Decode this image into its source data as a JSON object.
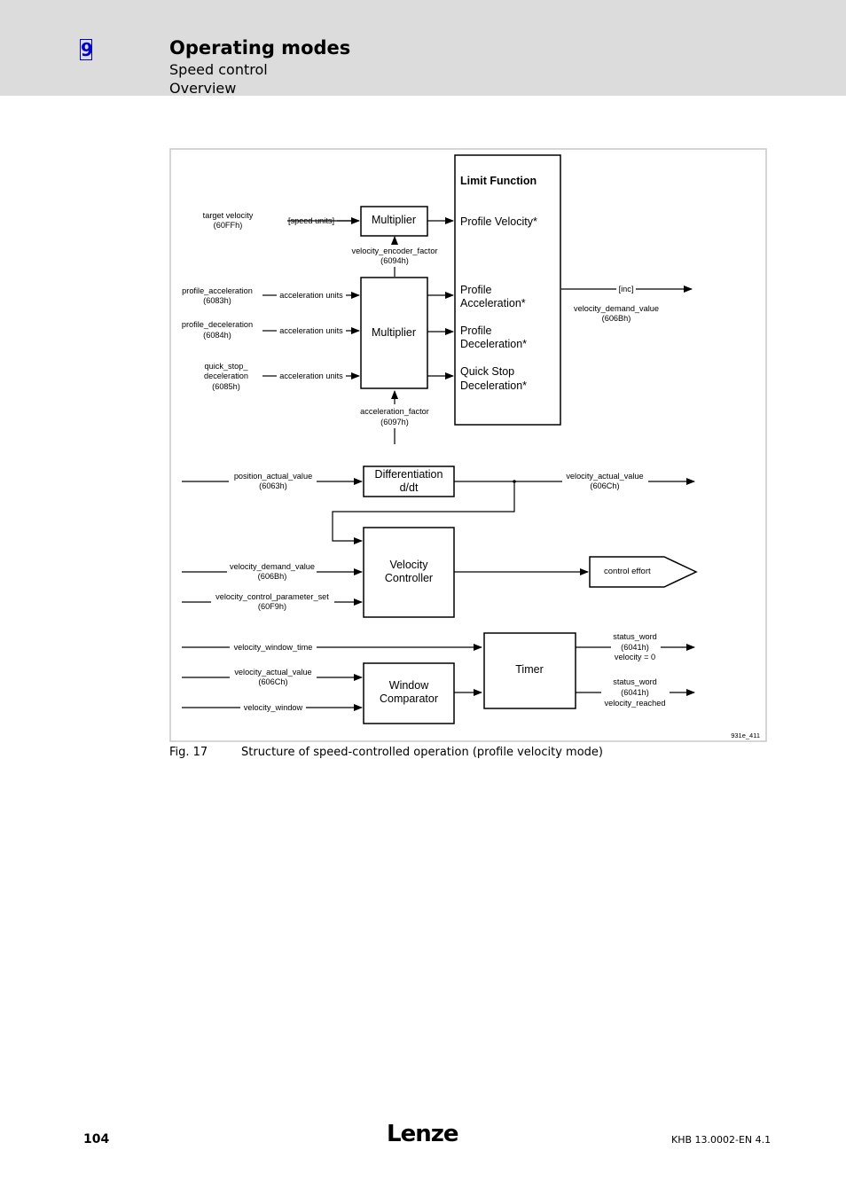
{
  "header": {
    "chapter_number": "9",
    "title": "Operating modes",
    "subtitle": "Speed control",
    "section": "Overview"
  },
  "figure": {
    "label": "Fig. 17",
    "caption": "Structure of speed-controlled operation (profile velocity mode)",
    "ref": "931e_411",
    "blocks": {
      "multiplier_1": "Multiplier",
      "multiplier_2": "Multiplier",
      "limit_function_title": "Limit Function",
      "profile_velocity": "Profile Velocity*",
      "profile_acceleration_1": "Profile",
      "profile_acceleration_2": "Acceleration*",
      "profile_deceleration_1": "Profile",
      "profile_deceleration_2": "Deceleration*",
      "quick_stop_1": "Quick Stop",
      "quick_stop_2": "Deceleration*",
      "differentiation_1": "Differentiation",
      "differentiation_2": "d/dt",
      "velocity_controller_1": "Velocity",
      "velocity_controller_2": "Controller",
      "control_effort": "control effort",
      "timer": "Timer",
      "window_comparator_1": "Window",
      "window_comparator_2": "Comparator"
    },
    "signals": {
      "target_velocity_1": "target velocity",
      "target_velocity_2": "(60FFh)",
      "speed_units": "[speed units]",
      "encoder_factor_1": "velocity_encoder_factor",
      "encoder_factor_2": "(6094h)",
      "profile_acceleration_1": "profile_acceleration",
      "profile_acceleration_2": "(6083h)",
      "profile_deceleration_1": "profile_deceleration",
      "profile_deceleration_2": "(6084h)",
      "quick_stop_1": "quick_stop_",
      "quick_stop_2": "deceleration",
      "quick_stop_3": "(6085h)",
      "acc_units_1": "acceleration units",
      "acc_units_2": "acceleration units",
      "acc_units_3": "acceleration units",
      "acc_factor_1": "acceleration_factor",
      "acc_factor_2": "(6097h)",
      "inc": "[inc]",
      "vdv_out_1": "velocity_demand_value",
      "vdv_out_2": "(606Bh)",
      "pos_actual_1": "position_actual_value",
      "pos_actual_2": "(6063h)",
      "vel_actual_out_1": "velocity_actual_value",
      "vel_actual_out_2": "(606Ch)",
      "vdv_in_1": "velocity_demand_value",
      "vdv_in_2": "(606Bh)",
      "vcps_1": "velocity_control_parameter_set",
      "vcps_2": "(60F9h)",
      "window_time": "velocity_window_time",
      "vel_actual_in_1": "velocity_actual_value",
      "vel_actual_in_2": "(606Ch)",
      "window": "velocity_window",
      "status_zero_1": "status_word",
      "status_zero_2": "(6041h)",
      "status_zero_3": "velocity = 0",
      "status_reached_1": "status_word",
      "status_reached_2": "(6041h)",
      "status_reached_3": "velocity_reached"
    }
  },
  "footer": {
    "page_number": "104",
    "logo_text": "Lenze",
    "doc_id": "KHB 13.0002-EN   4.1"
  }
}
